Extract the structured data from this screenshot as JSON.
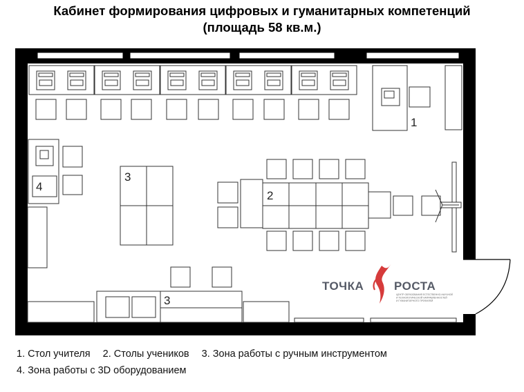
{
  "title": {
    "line1": "Кабинет формирования цифровых и гуманитарных компетенций",
    "line2": "(площадь 58 кв.м.)"
  },
  "zone_labels": {
    "teacher": "1",
    "students": "2",
    "tools_center": "3",
    "tools_bottom": "3",
    "printer3d": "4"
  },
  "logo": {
    "left_word": "ТОЧКА",
    "right_word": "РОСТА",
    "tagline": [
      "ЦЕНТР ОБРАЗОВАНИЯ ЕСТЕСТВЕННО-НАУЧНОЙ",
      "И ТЕХНОЛОГИЧЕСКОЙ НАПРАВЛЕННОСТЕЙ",
      "И ГУМАНИТАРНОГО ПРОФИЛЕЙ"
    ],
    "colors": {
      "text": "#555a66",
      "accent": "#d63b3b"
    }
  },
  "legend": {
    "line1": [
      "1. Стол учителя",
      "2. Столы учеников",
      "3. Зона работы с ручным инструментом"
    ],
    "line2": [
      "4. Зона работы с 3D оборудованием"
    ]
  },
  "colors": {
    "wall": "#000000",
    "furniture_stroke": "#333333",
    "furniture_fill": "#ffffff"
  }
}
